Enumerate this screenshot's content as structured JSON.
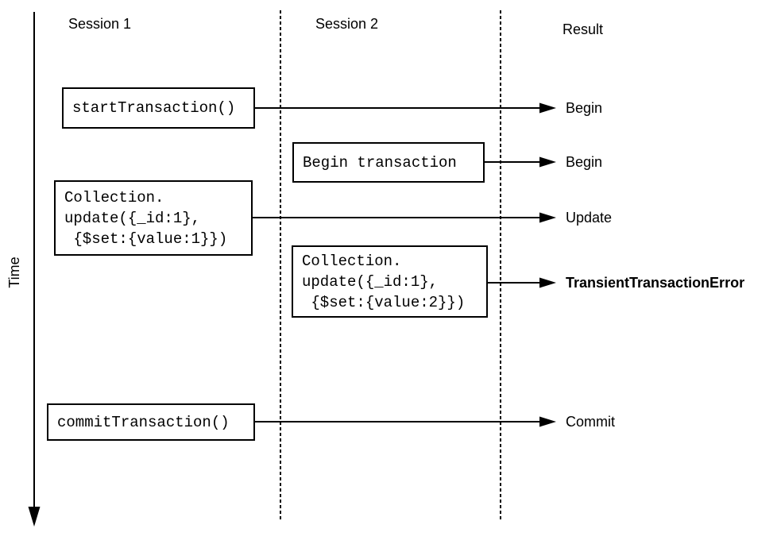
{
  "background_color": "#ffffff",
  "line_color": "#000000",
  "axis": {
    "label": "Time",
    "direction": "down"
  },
  "headers": {
    "session1": "Session 1",
    "session2": "Session 2",
    "result": "Result"
  },
  "boxes": {
    "start_transaction": "startTransaction()",
    "begin_transaction": "Begin transaction",
    "session1_update": "Collection.\nupdate({_id:1},\n {$set:{value:1}})",
    "session2_update": "Collection.\nupdate({_id:1},\n {$set:{value:2}})",
    "commit_transaction": "commitTransaction()"
  },
  "results": {
    "row1": {
      "label": "Begin",
      "emphasis": false
    },
    "row2": {
      "label": "Begin",
      "emphasis": false
    },
    "row3": {
      "label": "Update",
      "emphasis": false
    },
    "row4": {
      "label": "TransientTransactionError",
      "emphasis": true
    },
    "row5": {
      "label": "Commit",
      "emphasis": false
    }
  }
}
